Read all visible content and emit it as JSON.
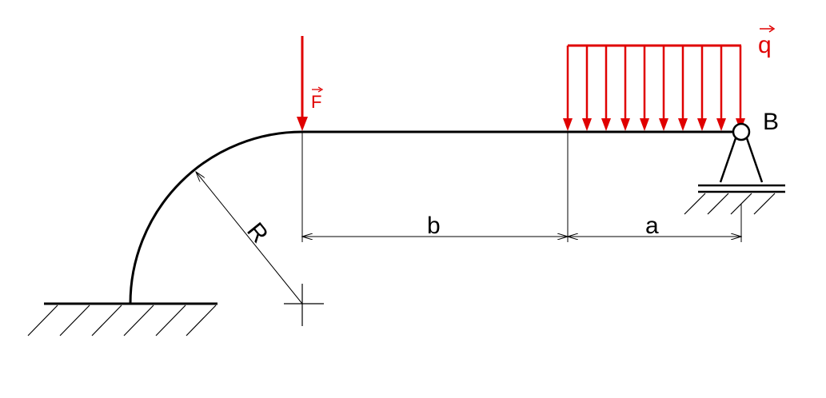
{
  "labels": {
    "force": "F",
    "load": "q",
    "support": "B",
    "radius": "R",
    "dim_b": "b",
    "dim_a": "a"
  },
  "colors": {
    "line": "#000000",
    "load": "#e00000"
  },
  "icons": {
    "fixed_support": "hatched-ground-icon",
    "roller_support": "pin-roller-support-icon",
    "center_mark": "crosshair-icon"
  }
}
